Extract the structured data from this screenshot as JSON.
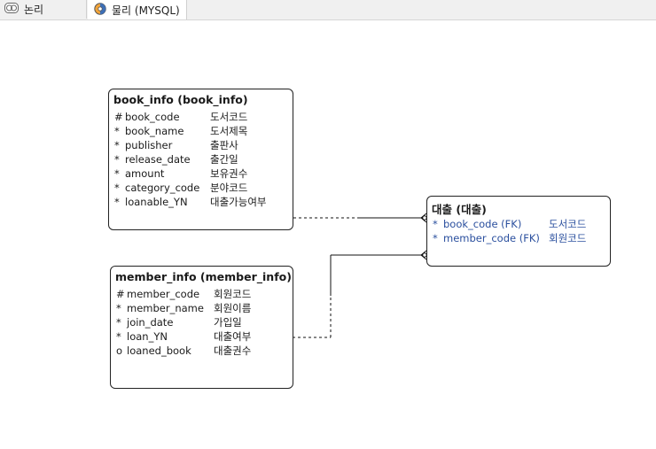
{
  "tabs": [
    {
      "label": "논리",
      "icon": "logical-model-icon",
      "active": false
    },
    {
      "label": "물리 (MYSQL)",
      "icon": "physical-model-icon",
      "active": true
    }
  ],
  "entities": {
    "book_info": {
      "title": "book_info  (book_info)",
      "attributes": [
        {
          "mark": "#",
          "physical": "book_code",
          "logical": "도서코드"
        },
        {
          "mark": "*",
          "physical": "book_name",
          "logical": "도서제목"
        },
        {
          "mark": "*",
          "physical": "publisher",
          "logical": "출판사"
        },
        {
          "mark": "*",
          "physical": "release_date",
          "logical": "출간일"
        },
        {
          "mark": "*",
          "physical": "amount",
          "logical": "보유권수"
        },
        {
          "mark": "*",
          "physical": "category_code",
          "logical": "분야코드"
        },
        {
          "mark": "*",
          "physical": "loanable_YN",
          "logical": "대출가능여부"
        }
      ]
    },
    "member_info": {
      "title": "member_info  (member_info)",
      "attributes": [
        {
          "mark": "#",
          "physical": "member_code",
          "logical": "회원코드"
        },
        {
          "mark": "*",
          "physical": "member_name",
          "logical": "회원이름"
        },
        {
          "mark": "*",
          "physical": "join_date",
          "logical": "가입일"
        },
        {
          "mark": "*",
          "physical": "loan_YN",
          "logical": "대출여부"
        },
        {
          "mark": "o",
          "physical": "loaned_book",
          "logical": "대출권수"
        }
      ]
    },
    "loan": {
      "title": "대출  (대출)",
      "attributes": [
        {
          "mark": "*",
          "physical": "book_code (FK)",
          "logical": "도서코드"
        },
        {
          "mark": "*",
          "physical": "member_code (FK)",
          "logical": "회원코드"
        }
      ]
    }
  },
  "colors": {
    "fk_text": "#2a4f9e",
    "border": "#222222",
    "tabbar_bg": "#f0f0f0"
  }
}
